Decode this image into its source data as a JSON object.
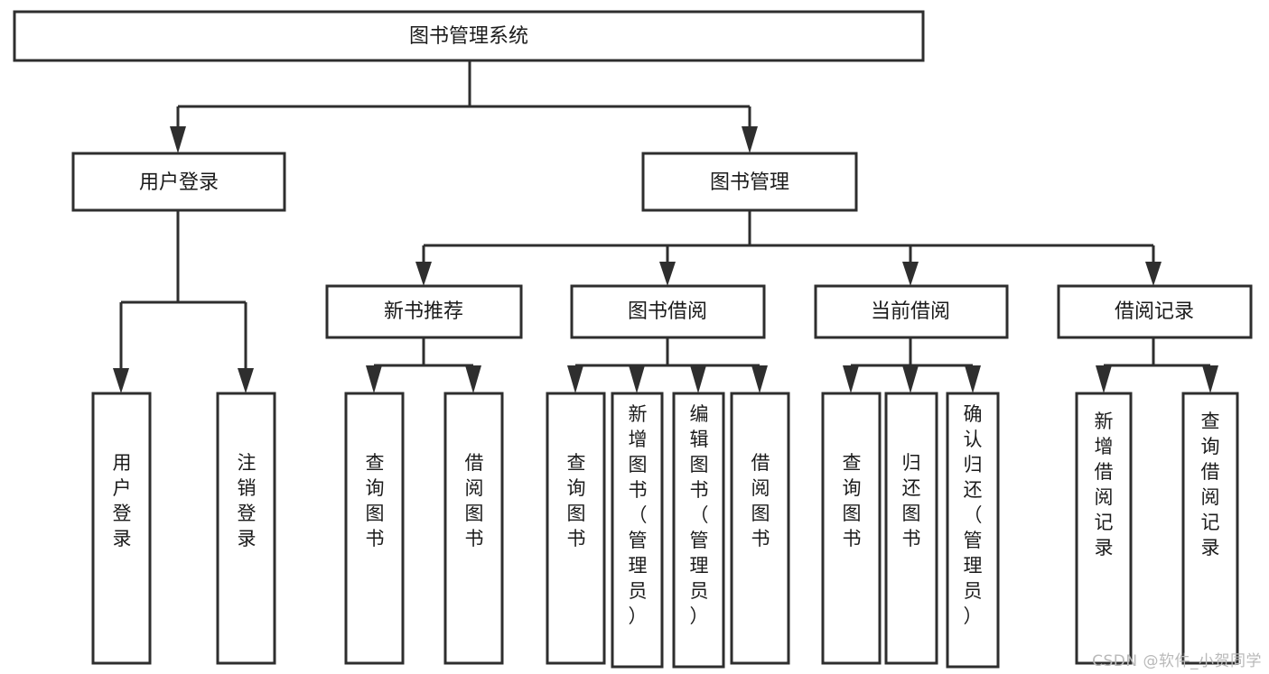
{
  "diagram": {
    "title": "图书管理系统",
    "type": "tree",
    "orientation": "top-down",
    "watermark": "CSDN @软件_小贺同学",
    "colors": {
      "background": "#ffffff",
      "node_fill": "#ffffff",
      "node_stroke": "#2e2e2e",
      "edge": "#2e2e2e",
      "text": "#1b1b1b",
      "watermark": "#b9b9b9"
    },
    "nodes": {
      "root": {
        "label": "图书管理系统",
        "level": 0,
        "orientation": "horizontal"
      },
      "l1": [
        {
          "id": "user-login",
          "label": "用户登录",
          "level": 1,
          "orientation": "horizontal"
        },
        {
          "id": "book-manage",
          "label": "图书管理",
          "level": 1,
          "orientation": "horizontal"
        }
      ],
      "l2": [
        {
          "id": "new-book-rec",
          "label": "新书推荐",
          "level": 2,
          "orientation": "horizontal",
          "parent": "book-manage"
        },
        {
          "id": "book-borrow",
          "label": "图书借阅",
          "level": 2,
          "orientation": "horizontal",
          "parent": "book-manage"
        },
        {
          "id": "current-borrow",
          "label": "当前借阅",
          "level": 2,
          "orientation": "horizontal",
          "parent": "book-manage"
        },
        {
          "id": "borrow-record",
          "label": "借阅记录",
          "level": 2,
          "orientation": "horizontal",
          "parent": "book-manage"
        }
      ],
      "leaves": [
        {
          "id": "leaf-user-login",
          "label": "用户登录",
          "parent": "user-login",
          "orientation": "vertical"
        },
        {
          "id": "leaf-logout-login",
          "label": "注销登录",
          "parent": "user-login",
          "orientation": "vertical"
        },
        {
          "id": "leaf-query-book-1",
          "label": "查询图书",
          "parent": "new-book-rec",
          "orientation": "vertical"
        },
        {
          "id": "leaf-borrow-book-1",
          "label": "借阅图书",
          "parent": "new-book-rec",
          "orientation": "vertical"
        },
        {
          "id": "leaf-query-book-2",
          "label": "查询图书",
          "parent": "book-borrow",
          "orientation": "vertical"
        },
        {
          "id": "leaf-add-book",
          "label": "新增图书（管理员）",
          "parent": "book-borrow",
          "orientation": "vertical"
        },
        {
          "id": "leaf-edit-book",
          "label": "编辑图书（管理员）",
          "parent": "book-borrow",
          "orientation": "vertical"
        },
        {
          "id": "leaf-borrow-book-2",
          "label": "借阅图书",
          "parent": "book-borrow",
          "orientation": "vertical"
        },
        {
          "id": "leaf-query-book-3",
          "label": "查询图书",
          "parent": "current-borrow",
          "orientation": "vertical"
        },
        {
          "id": "leaf-return-book",
          "label": "归还图书",
          "parent": "current-borrow",
          "orientation": "vertical"
        },
        {
          "id": "leaf-confirm-return",
          "label": "确认归还（管理员）",
          "parent": "current-borrow",
          "orientation": "vertical"
        },
        {
          "id": "leaf-add-record",
          "label": "新增借阅记录",
          "parent": "borrow-record",
          "orientation": "vertical"
        },
        {
          "id": "leaf-query-record",
          "label": "查询借阅记录",
          "parent": "borrow-record",
          "orientation": "vertical"
        }
      ]
    }
  }
}
